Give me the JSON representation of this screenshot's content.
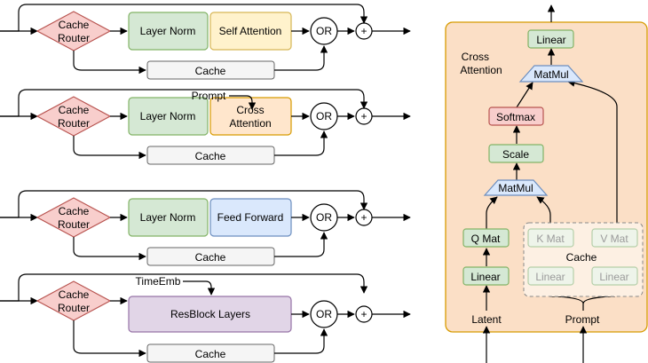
{
  "rows": [
    {
      "router": "Cache\nRouter",
      "layer_norm": "Layer Norm",
      "block": "Self Attention",
      "or": "OR",
      "plus": "+",
      "cache": "Cache",
      "input_label": ""
    },
    {
      "router": "Cache\nRouter",
      "layer_norm": "Layer Norm",
      "block": "Cross\nAttention",
      "or": "OR",
      "plus": "+",
      "cache": "Cache",
      "input_label": "Prompt"
    },
    {
      "router": "Cache\nRouter",
      "layer_norm": "Layer Norm",
      "block": "Feed Forward",
      "or": "OR",
      "plus": "+",
      "cache": "Cache",
      "input_label": ""
    },
    {
      "router": "Cache\nRouter",
      "layer_norm": "",
      "block": "ResBlock Layers",
      "or": "OR",
      "plus": "+",
      "cache": "Cache",
      "input_label": "TimeEmb"
    }
  ],
  "cross_attention_detail": {
    "title": "Cross\nAttention",
    "linear_top": "Linear",
    "matmul_top": "MatMul",
    "softmax": "Softmax",
    "scale": "Scale",
    "matmul_bottom": "MatMul",
    "q_mat": "Q Mat",
    "k_mat": "K Mat",
    "v_mat": "V Mat",
    "cache": "Cache",
    "linear_q": "Linear",
    "linear_k": "Linear",
    "linear_v": "Linear",
    "latent": "Latent",
    "prompt": "Prompt"
  },
  "colors": {
    "router_fill": "#f8cecc",
    "router_stroke": "#b85450",
    "norm_fill": "#d5e8d4",
    "norm_stroke": "#82b366",
    "self_attn_fill": "#fff2cc",
    "self_attn_stroke": "#d6b656",
    "cross_attn_fill": "#ffe6cc",
    "cross_attn_stroke": "#d79b00",
    "ff_fill": "#dae8fc",
    "ff_stroke": "#6c8ebf",
    "res_fill": "#e1d5e7",
    "res_stroke": "#9673a6",
    "cache_fill": "#f5f5f5",
    "cache_stroke": "#666666",
    "panel_fill": "#fbdfc6",
    "panel_stroke": "#d79b00"
  }
}
